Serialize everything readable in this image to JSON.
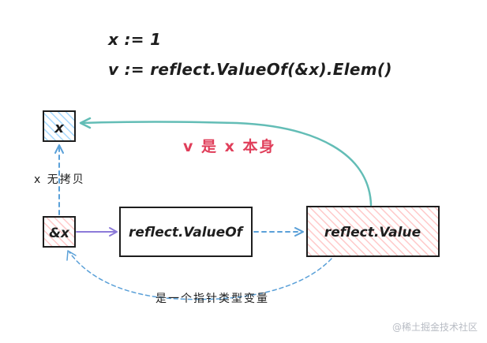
{
  "code": {
    "line1": "x := 1",
    "line2": "v := reflect.ValueOf(&x).Elem()"
  },
  "nodes": {
    "x": {
      "label": "x",
      "fill": "#a5d8ff"
    },
    "addr_x": {
      "label": "&x",
      "fill": "#ffc9c9"
    },
    "reflect_valueof": {
      "label": "reflect.ValueOf"
    },
    "reflect_value": {
      "label": "reflect.Value",
      "fill": "#ffc9c9"
    }
  },
  "annotations": {
    "v_is_x_itself": "v 是 x 本身",
    "x_no_copy": "x 无拷贝",
    "is_pointer_var": "是一个指针类型变量"
  },
  "colors": {
    "teal": "#63bdb6",
    "blue_dashed": "#5aa0d8",
    "purple": "#8c7ad9",
    "highlight_red": "#e03e5a",
    "stroke": "#1e1e1e"
  },
  "watermark": "@稀土掘金技术社区"
}
